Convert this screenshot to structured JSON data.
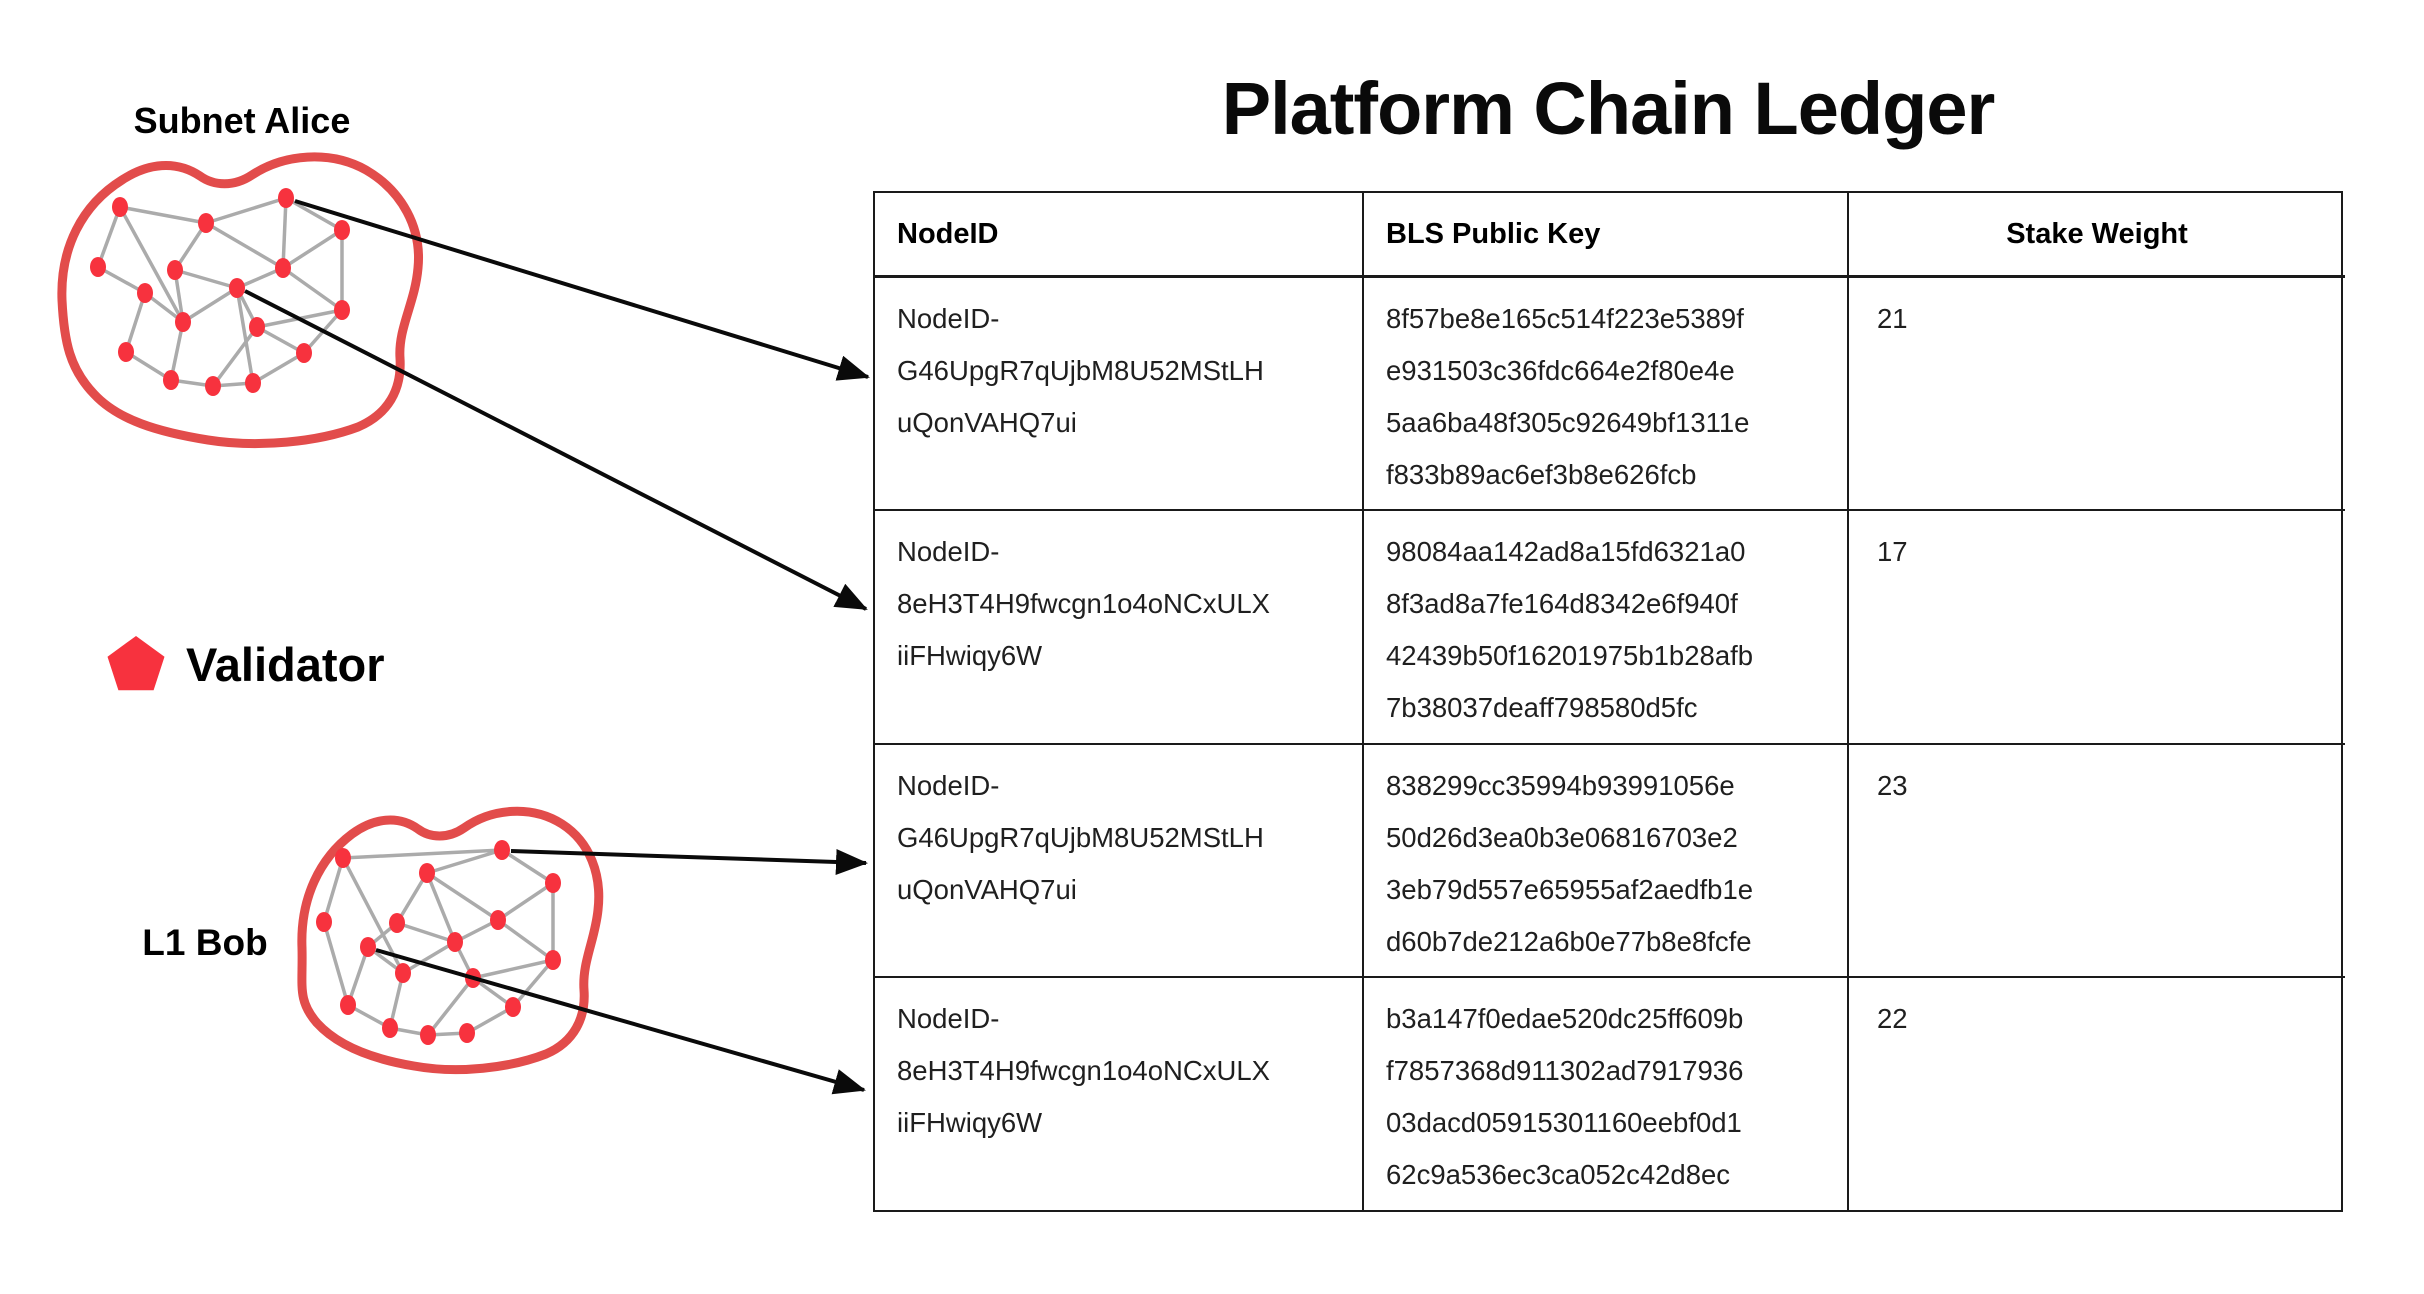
{
  "colors": {
    "node_red": "#F7323E",
    "blob_red": "#E24C4B",
    "edge_gray": "#ABABAB",
    "arrow_black": "#0A0A0A",
    "table_border": "#1A1A1A",
    "text_dark": "#1F1F1F",
    "background": "#FFFFFF"
  },
  "labels": {
    "subnet_alice": "Subnet Alice",
    "l1_bob": "L1 Bob",
    "validator": "Validator"
  },
  "ledger": {
    "title": "Platform Chain Ledger",
    "columns": [
      "NodeID",
      "BLS Public Key",
      "Stake Weight"
    ],
    "rows": [
      {
        "node_id": "NodeID-\nG46UpgR7qUjbM8U52MStLH\nuQonVAHQ7ui",
        "bls_public_key": "8f57be8e165c514f223e5389f\ne931503c36fdc664e2f80e4e\n5aa6ba48f305c92649bf1311e\nf833b89ac6ef3b8e626fcb",
        "stake_weight": "21"
      },
      {
        "node_id": "NodeID-\n8eH3T4H9fwcgn1o4oNCxULX\niiFHwiqy6W",
        "bls_public_key": "98084aa142ad8a15fd6321a0\n8f3ad8a7fe164d8342e6f940f\n42439b50f16201975b1b28afb\n7b38037deaff798580d5fc",
        "stake_weight": "17"
      },
      {
        "node_id": "NodeID-\nG46UpgR7qUjbM8U52MStLH\nuQonVAHQ7ui",
        "bls_public_key": "838299cc35994b93991056e\n50d26d3ea0b3e06816703e2\n3eb79d557e65955af2aedfb1e\nd60b7de212a6b0e77b8e8fcfe",
        "stake_weight": "23"
      },
      {
        "node_id": "NodeID-\n8eH3T4H9fwcgn1o4oNCxULX\niiFHwiqy6W",
        "bls_public_key": "b3a147f0edae520dc25ff609b\nf7857368d911302ad7917936\n03dacd05915301160eebf0d1\n62c9a536ec3ca052c42d8ec",
        "stake_weight": "22"
      }
    ]
  }
}
